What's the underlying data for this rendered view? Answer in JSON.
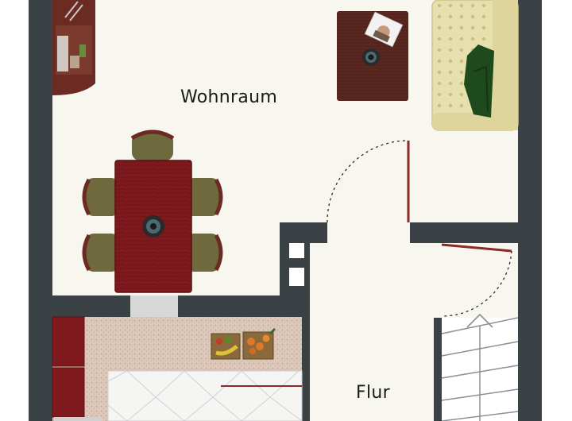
{
  "plan": {
    "rooms": [
      {
        "id": "wohnraum",
        "label": "Wohnraum"
      },
      {
        "id": "flur",
        "label": "Flur"
      }
    ],
    "colors": {
      "wall": "#3a4246",
      "floor": "#f7f6ef",
      "table_red": "#7e1a1e",
      "wood_brown": "#5a2820",
      "sofa": "#e3dcaa",
      "blanket_green": "#1f4a1e",
      "counter": "#dcc7b8",
      "door_red": "#8a2a26",
      "tile": "#f5f5f3"
    },
    "icons": [
      "bookshelf-icon",
      "side-table-icon",
      "photo-icon",
      "sofa-icon",
      "dining-table-icon",
      "chair-icon",
      "fruit-basket-icon",
      "stairs-icon",
      "door-swing-icon"
    ]
  }
}
